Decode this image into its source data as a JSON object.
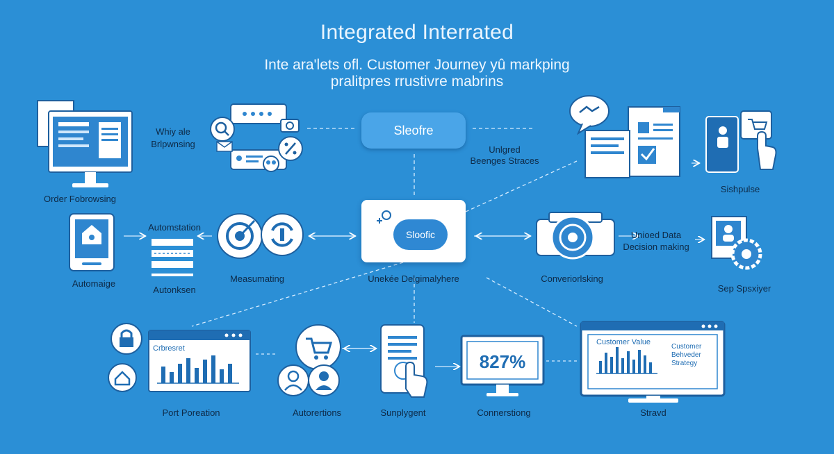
{
  "title": "Integrated Interrated",
  "subtitle_line1": "Inte ara'lets ofl. Customer Journey yû markping",
  "subtitle_line2": "pralitpres rrustivre mabrins",
  "pill": "Sleofre",
  "center_card": "Sloofic",
  "center_label": "Unekée Delgimalyhere",
  "labels": {
    "order_browsing": "Order Fobrowsing",
    "why_line1": "Whiy ale",
    "why_line2": "Brlpwnsing",
    "unified_line1": "Unlgred",
    "unified_line2": "Beenges Straces",
    "siship": "Sishpulse",
    "automation": "Automstation",
    "automaige": "Automaige",
    "autonksen": "Autonksen",
    "measuring": "Measumating",
    "conversion": "Converiorlsking",
    "unified_data_line1": "Unioed Data",
    "unified_data_line2": "Decision making",
    "sep": "Sep Spsxiyer",
    "chart_title": "Crbresret",
    "port": "Port Poreation",
    "autoreritions": "Autorertions",
    "supplygent": "Sunplygent",
    "connect": "Connerstiong",
    "stratved": "Stravd",
    "customer_value": "Customer Value",
    "cs_line1": "Customer",
    "cs_line2": "Behveder",
    "cs_line3": "Strategy",
    "percent": "827%"
  },
  "icons": [
    "documents-monitor-icon",
    "browser-window-icon",
    "search-icon",
    "camera-icon",
    "mail-icon",
    "team-icon",
    "percent-icon",
    "chat-handshake-icon",
    "documents-checkmark-icon",
    "mobile-cart-icon",
    "tablet-lock-icon",
    "list-stack-icon",
    "target-icon",
    "refresh-icon",
    "camera-lens-icon",
    "profile-gear-icon",
    "lock-icon",
    "home-icon",
    "bar-chart-window-icon",
    "cart-icon",
    "user-icon",
    "tablet-touch-icon",
    "monitor-percent-icon",
    "monitor-chart-icon"
  ],
  "colors": {
    "background": "#2b8fd6",
    "accent": "#1f6db3",
    "panel": "#ffffff"
  }
}
